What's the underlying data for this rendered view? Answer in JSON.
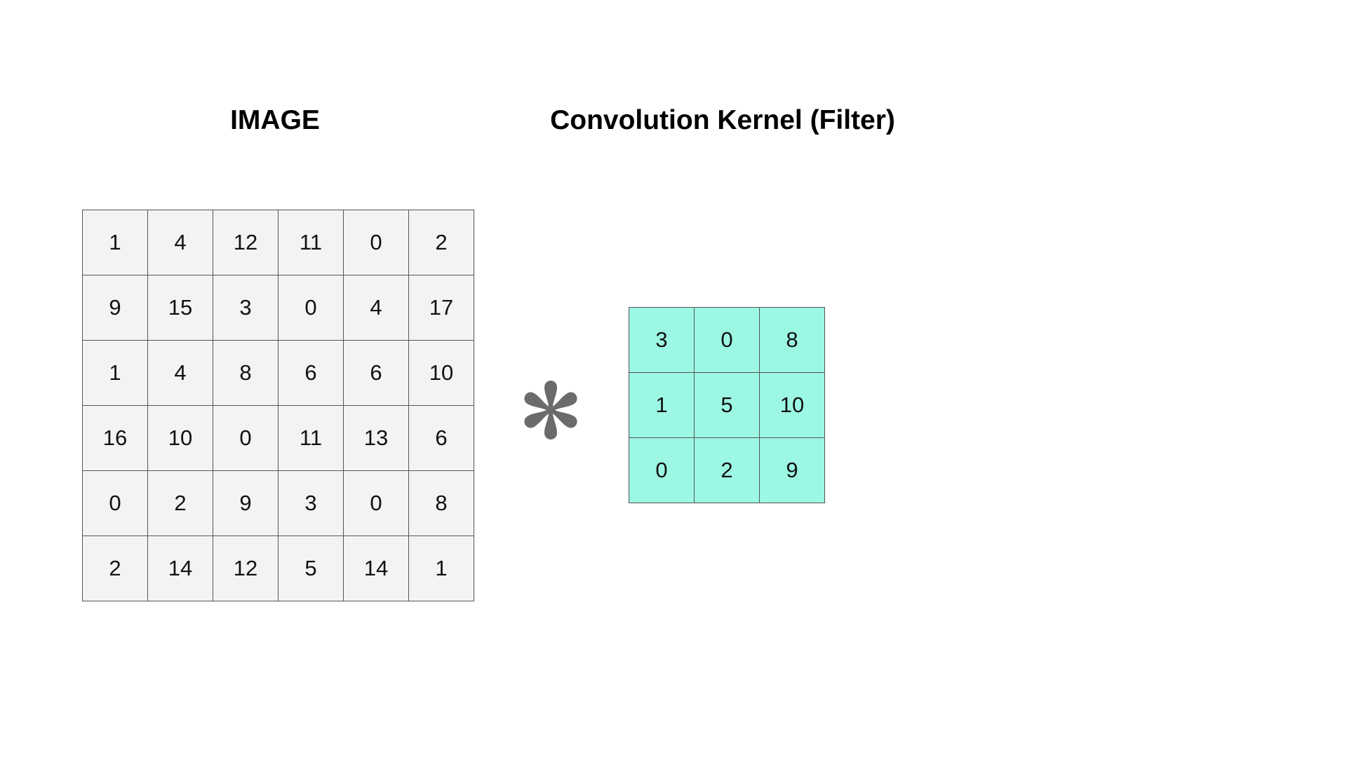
{
  "image_title": "IMAGE",
  "kernel_title": "Convolution Kernel (Filter)",
  "operator_icon": "asterisk-convolution-icon",
  "colors": {
    "image_cell": "#f3f3f3",
    "kernel_cell": "#9cf7e4",
    "grid_line": "#555555",
    "operator": "#6b6b6b"
  },
  "image_matrix": [
    [
      "1",
      "4",
      "12",
      "11",
      "0",
      "2"
    ],
    [
      "9",
      "15",
      "3",
      "0",
      "4",
      "17"
    ],
    [
      "1",
      "4",
      "8",
      "6",
      "6",
      "10"
    ],
    [
      "16",
      "10",
      "0",
      "11",
      "13",
      "6"
    ],
    [
      "0",
      "2",
      "9",
      "3",
      "0",
      "8"
    ],
    [
      "2",
      "14",
      "12",
      "5",
      "14",
      "1"
    ]
  ],
  "kernel_matrix": [
    [
      "3",
      "0",
      "8"
    ],
    [
      "1",
      "5",
      "10"
    ],
    [
      "0",
      "2",
      "9"
    ]
  ]
}
